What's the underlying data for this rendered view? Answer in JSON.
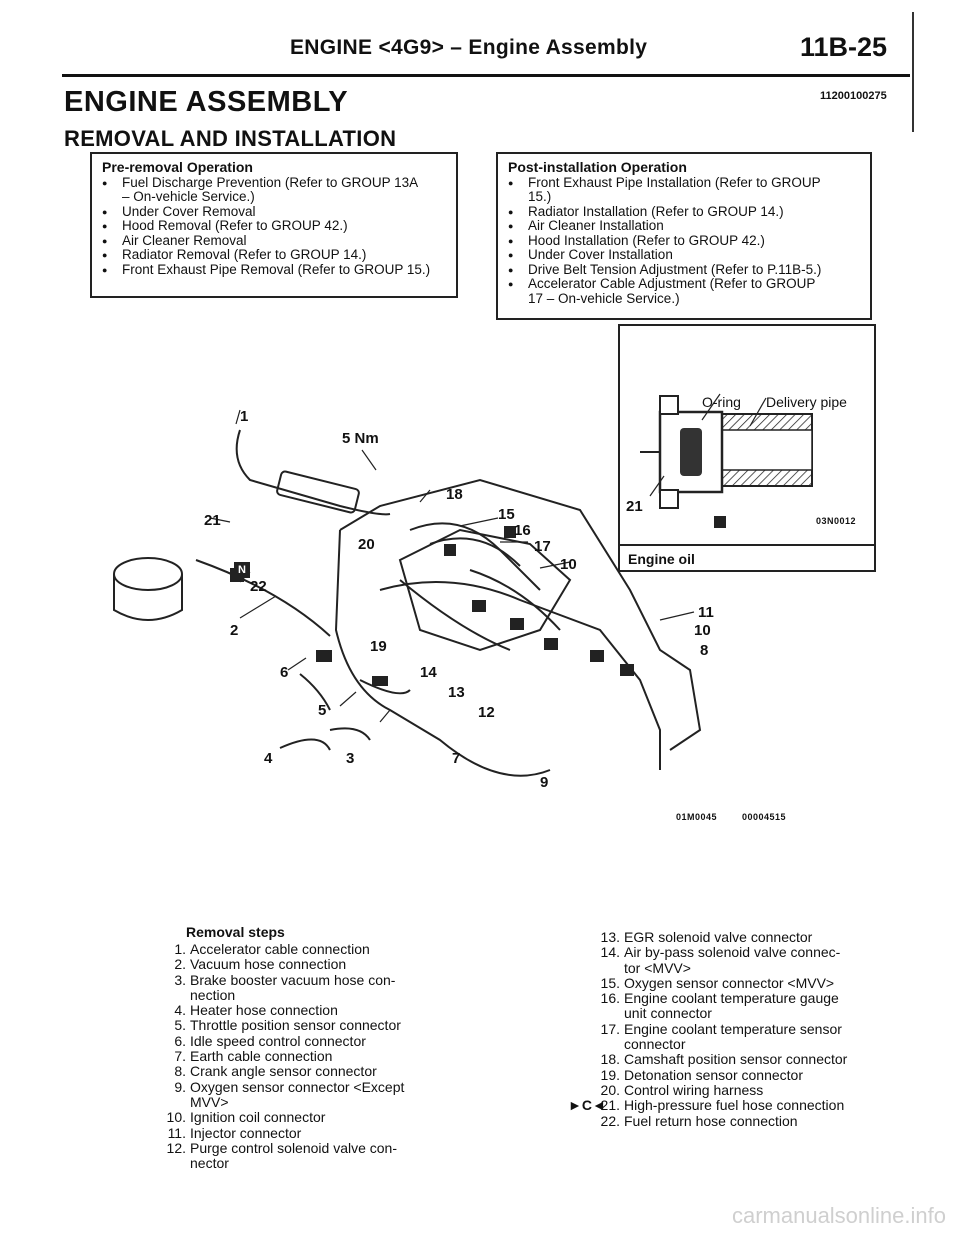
{
  "header": {
    "title": "ENGINE <4G9> – Engine Assembly",
    "page": "11B-25"
  },
  "heading": "ENGINE ASSEMBLY",
  "doc_number": "11200100275",
  "subheading": "REMOVAL AND INSTALLATION",
  "pre_removal": {
    "title": "Pre-removal Operation",
    "items": [
      "Fuel Discharge Prevention (Refer to GROUP 13A",
      "– On-vehicle Service.)",
      "Under Cover Removal",
      "Hood Removal (Refer to GROUP 42.)",
      "Air Cleaner Removal",
      "Radiator Removal (Refer to GROUP 14.)",
      "Front Exhaust Pipe Removal (Refer to GROUP 15.)"
    ]
  },
  "post_installation": {
    "title": "Post-installation Operation",
    "items": [
      "Front Exhaust Pipe Installation (Refer to GROUP",
      "15.)",
      "Radiator Installation (Refer to GROUP 14.)",
      "Air Cleaner Installation",
      "Hood Installation (Refer to GROUP 42.)",
      "Under Cover Installation",
      "Drive Belt Tension Adjustment (Refer to P.11B-5.)",
      "Accelerator Cable Adjustment (Refer to GROUP",
      "17 – On-vehicle Service.)"
    ]
  },
  "inset": {
    "oring": "O-ring",
    "delivery_pipe": "Delivery pipe",
    "num": "21",
    "code": "03N0012",
    "engine_oil": "Engine oil"
  },
  "diagram": {
    "torque": "5 Nm",
    "badge": "N",
    "callouts": [
      "1",
      "2",
      "3",
      "4",
      "5",
      "6",
      "7",
      "8",
      "9",
      "10",
      "10",
      "11",
      "12",
      "13",
      "14",
      "15",
      "16",
      "17",
      "18",
      "19",
      "20",
      "21",
      "22"
    ],
    "code1": "01M0045",
    "code2": "00004515"
  },
  "removal_steps": {
    "title": "Removal steps",
    "left": [
      {
        "num": "1.",
        "text": "Accelerator cable connection"
      },
      {
        "num": "2.",
        "text": "Vacuum hose connection"
      },
      {
        "num": "3.",
        "text": "Brake booster vacuum hose con-"
      },
      {
        "num": "",
        "text": "nection"
      },
      {
        "num": "4.",
        "text": "Heater hose connection"
      },
      {
        "num": "5.",
        "text": "Throttle position sensor connector"
      },
      {
        "num": "6.",
        "text": "Idle speed control connector"
      },
      {
        "num": "7.",
        "text": "Earth cable connection"
      },
      {
        "num": "8.",
        "text": "Crank angle sensor connector"
      },
      {
        "num": "9.",
        "text": "Oxygen sensor connector <Except"
      },
      {
        "num": "",
        "text": "MVV>"
      },
      {
        "num": "10.",
        "text": "Ignition coil connector"
      },
      {
        "num": "11.",
        "text": "Injector connector"
      },
      {
        "num": "12.",
        "text": "Purge control solenoid valve con-"
      },
      {
        "num": "",
        "text": "nector"
      }
    ],
    "right": [
      {
        "num": "13.",
        "text": "EGR solenoid valve connector"
      },
      {
        "num": "14.",
        "text": "Air by-pass solenoid valve connec-"
      },
      {
        "num": "",
        "text": "tor <MVV>"
      },
      {
        "num": "15.",
        "text": "Oxygen sensor connector <MVV>"
      },
      {
        "num": "16.",
        "text": "Engine coolant temperature gauge"
      },
      {
        "num": "",
        "text": "unit connector"
      },
      {
        "num": "17.",
        "text": "Engine coolant temperature sensor"
      },
      {
        "num": "",
        "text": "connector"
      },
      {
        "num": "18.",
        "text": "Camshaft position sensor connector"
      },
      {
        "num": "19.",
        "text": "Detonation sensor connector"
      },
      {
        "num": "20.",
        "text": "Control wiring harness"
      },
      {
        "num": "21.",
        "text": "High-pressure fuel hose connection"
      },
      {
        "num": "22.",
        "text": "Fuel return hose connection"
      }
    ],
    "marker": "►C◄"
  },
  "watermark": "carmanualsonline.info"
}
